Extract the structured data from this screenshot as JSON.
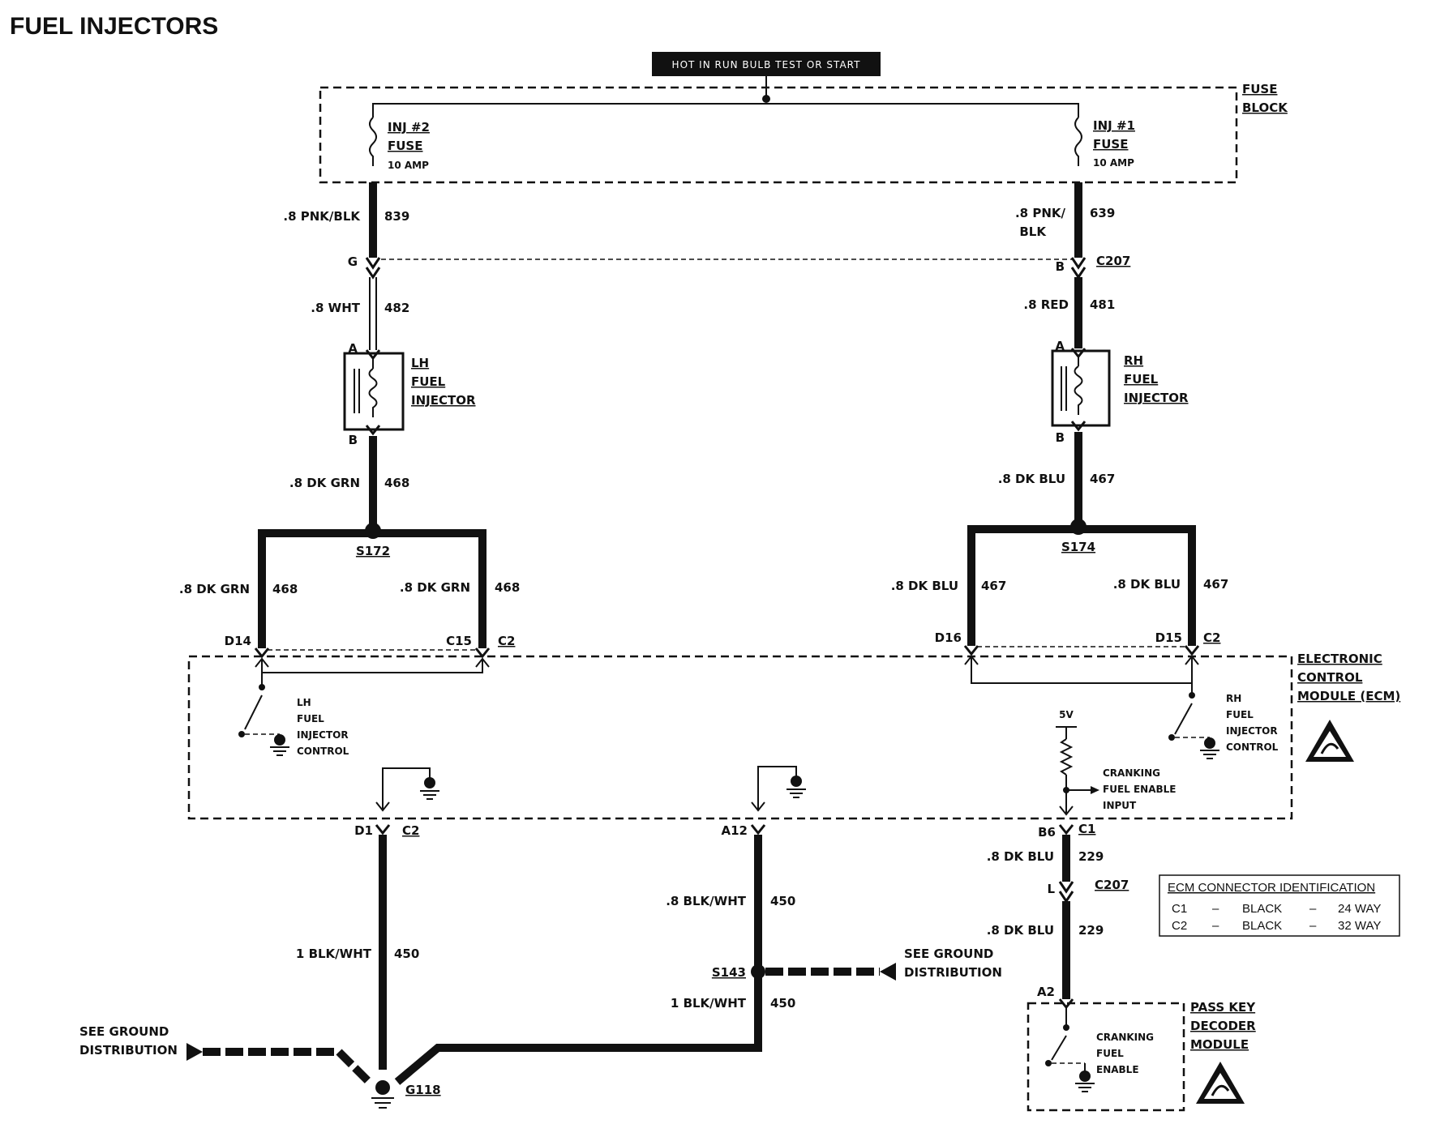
{
  "title": "FUEL INJECTORS",
  "header_box": "HOT IN RUN BULB TEST OR START",
  "fuse_block": [
    "FUSE",
    "BLOCK"
  ],
  "fuses": {
    "left": [
      "INJ #2",
      "FUSE",
      "10 AMP"
    ],
    "right": [
      "INJ #1",
      "FUSE",
      "10 AMP"
    ]
  },
  "wires": {
    "w839": [
      ".8 PNK/BLK",
      "839"
    ],
    "w639": [
      ".8 PNK/",
      "BLK",
      "639"
    ],
    "w482": [
      ".8 WHT",
      "482"
    ],
    "w481": [
      ".8 RED",
      "481"
    ],
    "w468a": [
      ".8 DK GRN",
      "468"
    ],
    "w468b": [
      ".8 DK GRN",
      "468"
    ],
    "w468c": [
      ".8 DK GRN",
      "468"
    ],
    "w467a": [
      ".8 DK BLU",
      "467"
    ],
    "w467b": [
      ".8 DK BLU",
      "467"
    ],
    "w467c": [
      ".8 DK BLU",
      "467"
    ],
    "w450a": [
      "1 BLK/WHT",
      "450"
    ],
    "w450b": [
      ".8 BLK/WHT",
      "450"
    ],
    "w450c": [
      "1 BLK/WHT",
      "450"
    ],
    "w229a": [
      ".8 DK BLU",
      "229"
    ],
    "w229b": [
      ".8 DK BLU",
      "229"
    ]
  },
  "pins": {
    "g": "G",
    "b_left_conn": "B",
    "a_lh": "A",
    "b_lh": "B",
    "a_rh": "A",
    "b_rh": "B",
    "d14": "D14",
    "c15": "C15",
    "c2a": "C2",
    "d16": "D16",
    "d15": "D15",
    "c2b": "C2",
    "d1": "D1",
    "c2c": "C2",
    "a12": "A12",
    "b6": "B6",
    "c1": "C1",
    "l": "L",
    "a2": "A2"
  },
  "connectors": {
    "c207a": "C207",
    "c207b": "C207"
  },
  "splices": {
    "s172": "S172",
    "s174": "S174",
    "s143": "S143",
    "g118": "G118"
  },
  "components": {
    "lh_injector": [
      "LH",
      "FUEL",
      "INJECTOR"
    ],
    "rh_injector": [
      "RH",
      "FUEL",
      "INJECTOR"
    ],
    "ecm": [
      "ELECTRONIC",
      "CONTROL",
      "MODULE (ECM)"
    ],
    "lh_control": [
      "LH",
      "FUEL",
      "INJECTOR",
      "CONTROL"
    ],
    "rh_control": [
      "RH",
      "FUEL",
      "INJECTOR",
      "CONTROL"
    ],
    "five_v": "5V",
    "cranking_input": [
      "CRANKING",
      "FUEL ENABLE",
      "INPUT"
    ],
    "pass_key": [
      "PASS KEY",
      "DECODER",
      "MODULE"
    ],
    "cranking_enable": [
      "CRANKING",
      "FUEL",
      "ENABLE"
    ]
  },
  "ground_notes": {
    "left": [
      "SEE GROUND",
      "DISTRIBUTION"
    ],
    "right": [
      "SEE GROUND",
      "DISTRIBUTION"
    ]
  },
  "ecm_table": {
    "title": "ECM CONNECTOR IDENTIFICATION",
    "rows": [
      [
        "C1",
        "–",
        "BLACK",
        "–",
        "24 WAY"
      ],
      [
        "C2",
        "–",
        "BLACK",
        "–",
        "32 WAY"
      ]
    ]
  }
}
